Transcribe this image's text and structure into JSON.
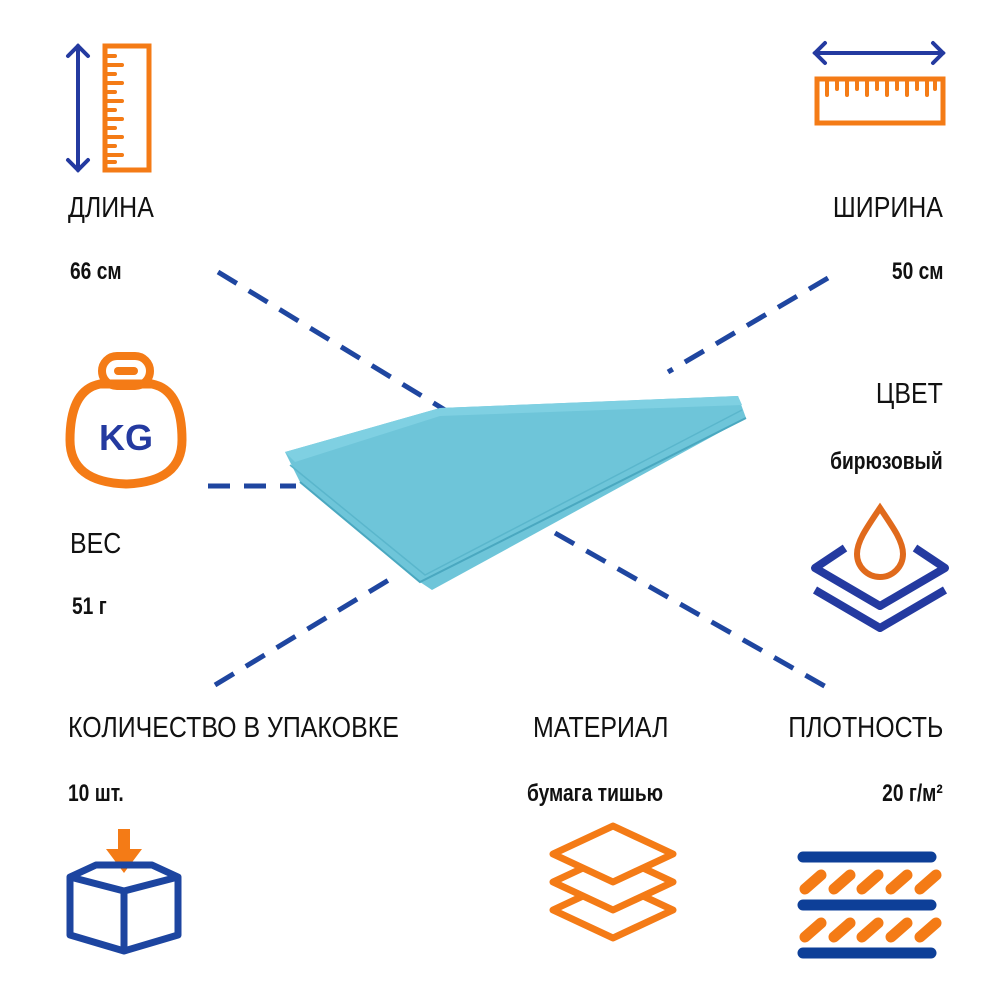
{
  "specs": {
    "length": {
      "label": "ДЛИНА",
      "value": "66 см"
    },
    "width": {
      "label": "ШИРИНА",
      "value": "50 см"
    },
    "color": {
      "label": "ЦВЕТ",
      "value": "бирюзовый"
    },
    "weight": {
      "label": "ВЕС",
      "value": "51 г",
      "icon_text": "KG"
    },
    "quantity": {
      "label": "КОЛИЧЕСТВО В УПАКОВКЕ",
      "value": "10 шт."
    },
    "material": {
      "label": "МАТЕРИАЛ",
      "value": "бумага тишью"
    },
    "density": {
      "label": "ПЛОТНОСТЬ",
      "value": "20 г/м²"
    }
  },
  "colors": {
    "orange": "#f47b16",
    "blue": "#1f3a9e",
    "paper": "#6ec5d9"
  }
}
